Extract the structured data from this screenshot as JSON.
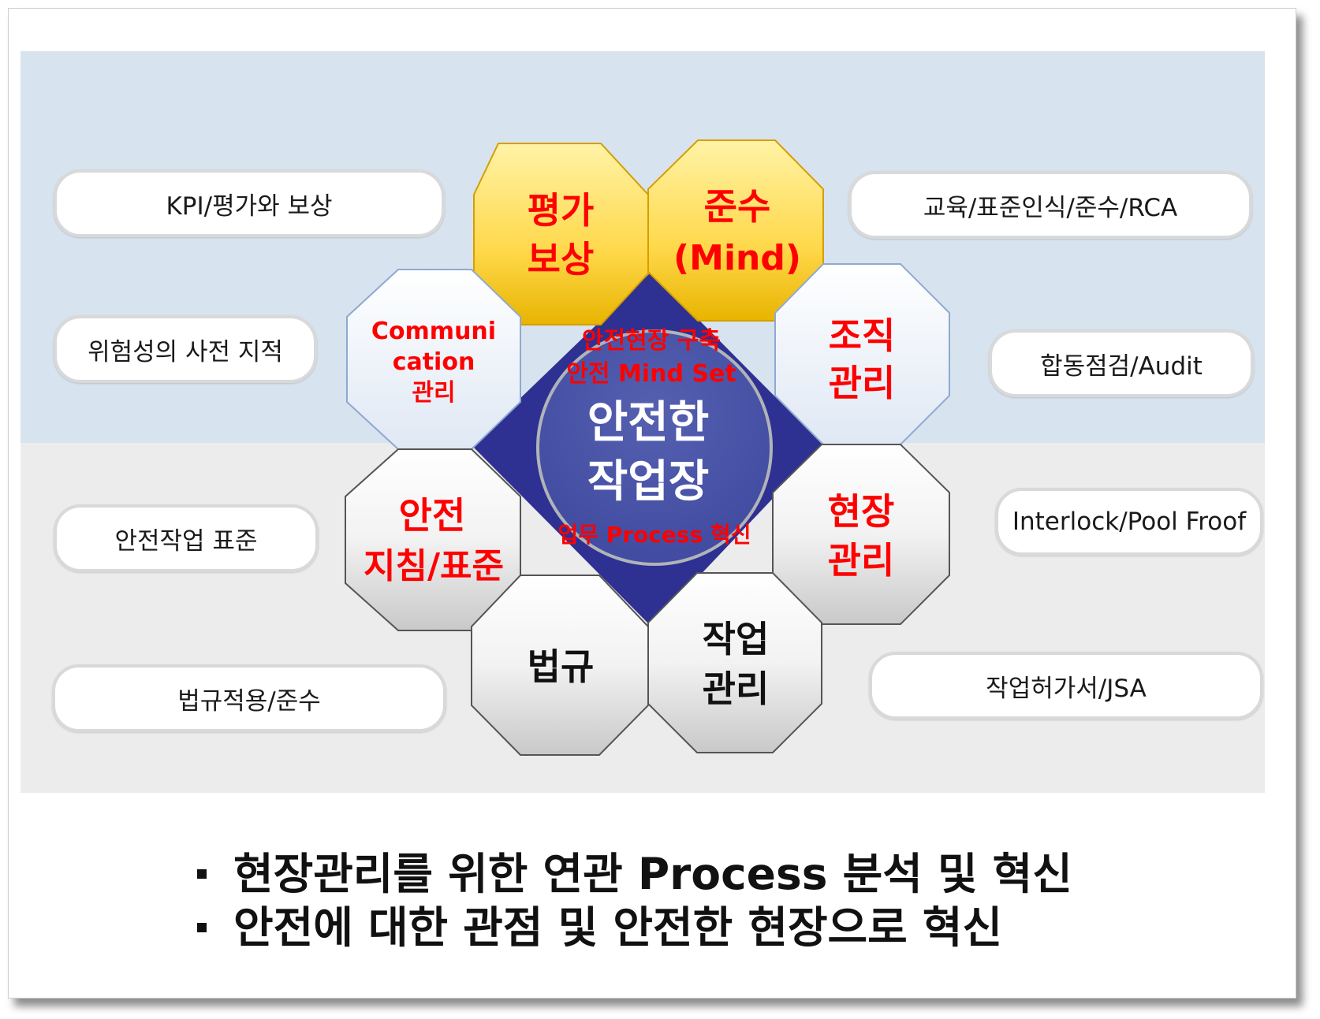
{
  "pills": {
    "kpi": "KPI/평가와 보상",
    "risk": "위험성의 사전 지적",
    "safe_std": "안전작업 표준",
    "law": "법규적용/준수",
    "edu": "교육/표준인식/준수/RCA",
    "audit": "합동점검/Audit",
    "interlock": "Interlock/Pool Froof",
    "permit": "작업허가서/JSA"
  },
  "octagons": {
    "eval": {
      "line1": "평가",
      "line2": "보상"
    },
    "comply": {
      "line1": "준수",
      "line2": "(Mind)"
    },
    "org": {
      "line1": "조직",
      "line2": "관리"
    },
    "site": {
      "line1": "현장",
      "line2": "관리"
    },
    "work": {
      "line1": "작업",
      "line2": "관리"
    },
    "law": {
      "line1": "법규"
    },
    "guide": {
      "line1": "안전",
      "line2": "지침/표준"
    },
    "comm": {
      "line1": "Communi",
      "line2": "cation",
      "line3": "관리"
    }
  },
  "center": {
    "top1": "안전현장 구축",
    "top2": "안전 Mind Set",
    "main1": "안전한",
    "main2": "작업장",
    "bottom": "업무 Process 혁신"
  },
  "bullets": [
    "현장관리를 위한 연관 Process 분석 및 혁신",
    "안전에 대한 관점 및 안전한 현장으로 혁신"
  ],
  "colors": {
    "accent_red": "#ff0000",
    "gold_light": "#fff3a6",
    "gold_dark": "#e8b400",
    "core_blue": "#2e3192",
    "circle_blue": "#4a56a6"
  }
}
